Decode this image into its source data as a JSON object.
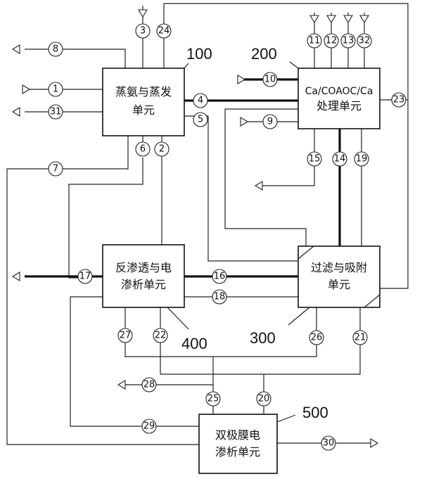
{
  "units": {
    "u100": {
      "number": "100",
      "line1": "蒸氨与蒸发",
      "line2": "单元"
    },
    "u200": {
      "number": "200",
      "line1": "Ca/COAOC/Ca",
      "line2": "处理单元"
    },
    "u300": {
      "number": "300",
      "line1": "过滤与吸附",
      "line2": "单元"
    },
    "u400": {
      "number": "400",
      "line1": "反渗透与电",
      "line2": "渗析单元"
    },
    "u500": {
      "number": "500",
      "line1": "双极膜电",
      "line2": "渗析单元"
    }
  },
  "streams": {
    "s1": "1",
    "s2": "2",
    "s3": "3",
    "s4": "4",
    "s5": "5",
    "s6": "6",
    "s7": "7",
    "s8": "8",
    "s9": "9",
    "s10": "10",
    "s11": "11",
    "s12": "12",
    "s13": "13",
    "s14": "14",
    "s15": "15",
    "s16": "16",
    "s17": "17",
    "s18": "18",
    "s19": "19",
    "s20": "20",
    "s21": "21",
    "s22": "22",
    "s23": "23",
    "s24": "24",
    "s25": "25",
    "s26": "26",
    "s27": "27",
    "s28": "28",
    "s29": "29",
    "s30": "30",
    "s31": "31",
    "s32": "32"
  }
}
